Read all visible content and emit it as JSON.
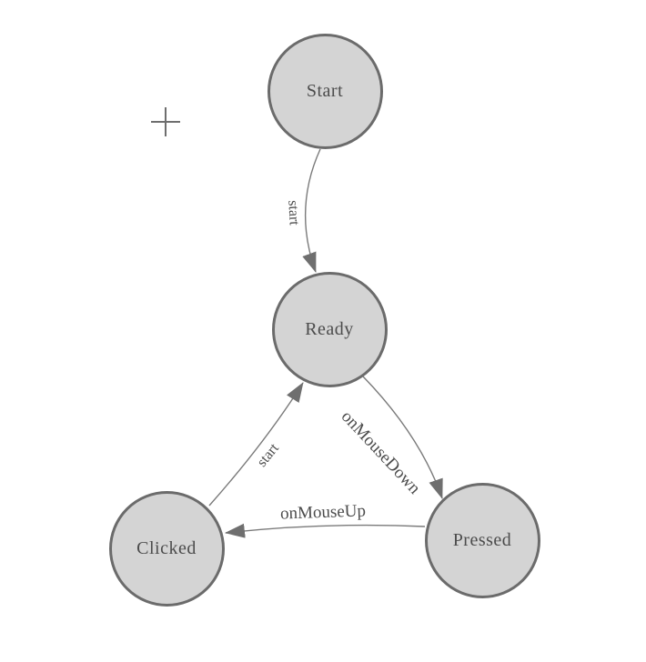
{
  "diagram": {
    "kind": "finite-state-machine",
    "colors": {
      "node_fill": "#d4d4d4",
      "node_border": "#6b6b6b",
      "edge_stroke": "#7a7a7a",
      "arrow_fill": "#6f6f6f",
      "label_text": "#4c4c4c",
      "crosshair": "#6e6e6e",
      "canvas_bg": "#ffffff"
    },
    "nodes": [
      {
        "id": "start",
        "label": "Start"
      },
      {
        "id": "ready",
        "label": "Ready"
      },
      {
        "id": "clicked",
        "label": "Clicked"
      },
      {
        "id": "pressed",
        "label": "Pressed"
      }
    ],
    "edges": [
      {
        "from": "Start",
        "to": "Ready",
        "label": "start"
      },
      {
        "from": "Ready",
        "to": "Pressed",
        "label": "onMouseDown"
      },
      {
        "from": "Pressed",
        "to": "Clicked",
        "label": "onMouseUp"
      },
      {
        "from": "Clicked",
        "to": "Ready",
        "label": "start"
      }
    ],
    "crosshair_icon": "plus-crosshair"
  }
}
